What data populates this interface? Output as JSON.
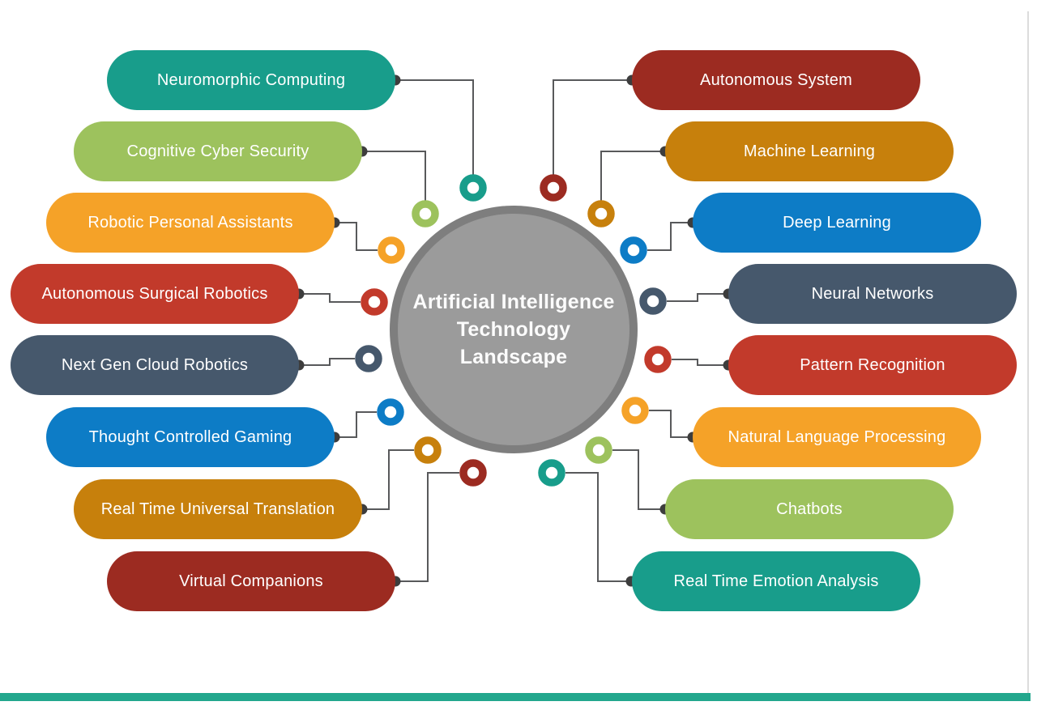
{
  "center": {
    "lines": [
      "Artificial Intelligence",
      "Technology",
      "Landscape"
    ],
    "fill": "#9B9B9B",
    "border_color": "#7E7E7E",
    "text_color": "#FCFCFC"
  },
  "palette": {
    "connector_line": "#58595B",
    "connector_dot": "#3D3D3D",
    "ring_hole": "#FFFFFF",
    "pill_text": "#FFFFFF",
    "footer_bar": "#23A78D",
    "page_edge": "#DCDCDC",
    "background": "#FFFFFF"
  },
  "left_items": [
    {
      "label": "Neuromorphic Computing",
      "color": "#189D8B"
    },
    {
      "label": "Cognitive Cyber Security",
      "color": "#9DC25D"
    },
    {
      "label": "Robotic Personal Assistants",
      "color": "#F5A228"
    },
    {
      "label": "Autonomous Surgical Robotics",
      "color": "#C23A2B"
    },
    {
      "label": "Next Gen Cloud Robotics",
      "color": "#46586C"
    },
    {
      "label": "Thought Controlled Gaming",
      "color": "#0D7CC6"
    },
    {
      "label": "Real Time Universal Translation",
      "color": "#C7800C"
    },
    {
      "label": "Virtual Companions",
      "color": "#9C2B21"
    }
  ],
  "right_items": [
    {
      "label": "Autonomous System",
      "color": "#9C2B21"
    },
    {
      "label": "Machine Learning",
      "color": "#C7800C"
    },
    {
      "label": "Deep Learning",
      "color": "#0D7CC6"
    },
    {
      "label": "Neural Networks",
      "color": "#46586C"
    },
    {
      "label": "Pattern Recognition",
      "color": "#C23A2B"
    },
    {
      "label": "Natural Language Processing",
      "color": "#F5A228"
    },
    {
      "label": "Chatbots",
      "color": "#9DC25D"
    },
    {
      "label": "Real Time Emotion Analysis",
      "color": "#189D8B"
    }
  ]
}
